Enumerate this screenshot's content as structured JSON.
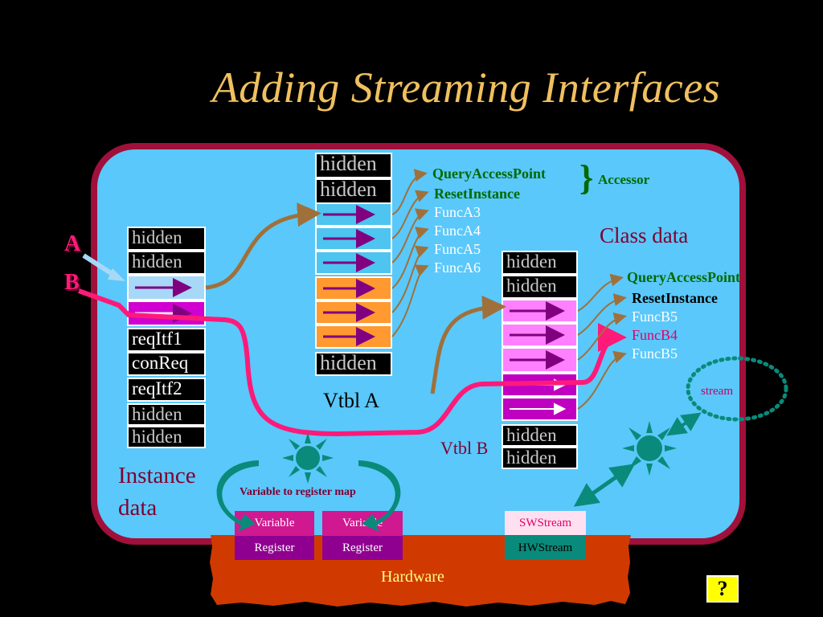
{
  "title": "Adding Streaming Interfaces",
  "instance": {
    "cells": [
      "hidden",
      "hidden",
      "",
      "",
      "reqItf1",
      "conReq",
      "reqItf2",
      "hidden",
      "hidden"
    ],
    "label_line1": "Instance",
    "label_line2": "data",
    "pointer_a": "A",
    "pointer_b": "B"
  },
  "vtbl_a": {
    "label": "Vtbl A",
    "top_cells": [
      "hidden",
      "hidden"
    ],
    "bottom_cell": "hidden",
    "functions": [
      "QueryAccessPoint",
      "ResetInstance",
      "FuncA3",
      "FuncA4",
      "FuncA5",
      "FuncA6"
    ],
    "accessor_label": "Accessor"
  },
  "vtbl_b": {
    "label": "Vtbl B",
    "top_cells": [
      "hidden",
      "hidden"
    ],
    "bottom_cells": [
      "hidden",
      "hidden"
    ],
    "functions": [
      "QueryAccessPoint",
      "ResetInstance",
      "FuncB5",
      "FuncB4",
      "FuncB5"
    ]
  },
  "class_data_label": "Class data",
  "stream_label": "stream",
  "map_label": "Variable to register map",
  "hardware": {
    "label": "Hardware",
    "variable_1": "Variable",
    "register_1": "Register",
    "variable_2": "Variable",
    "register_2": "Register",
    "sw_stream": "SWStream",
    "hw_stream": "HWStream"
  },
  "help_button": "?",
  "colors": {
    "panel": "#5ac8fa",
    "panel_border": "#a0103a",
    "title": "#f0c060",
    "connector_brown": "#a0703a",
    "highlight_path": "#ff1a7a",
    "arrow_purple": "#800080",
    "teal": "#0a8a7a"
  }
}
